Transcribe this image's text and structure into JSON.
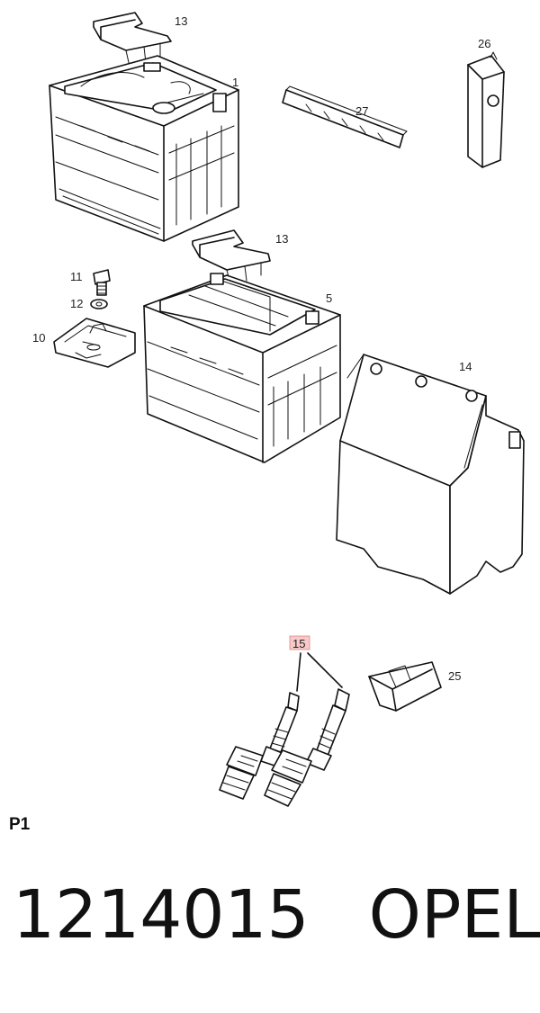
{
  "callouts": [
    {
      "id": "c1",
      "label": "1"
    },
    {
      "id": "c5",
      "label": "5"
    },
    {
      "id": "c10",
      "label": "10"
    },
    {
      "id": "c11",
      "label": "11"
    },
    {
      "id": "c12",
      "label": "12"
    },
    {
      "id": "c13a",
      "label": "13"
    },
    {
      "id": "c13b",
      "label": "13"
    },
    {
      "id": "c14",
      "label": "14"
    },
    {
      "id": "c15",
      "label": "15",
      "highlighted": true
    },
    {
      "id": "c25",
      "label": "25"
    },
    {
      "id": "c26",
      "label": "26"
    },
    {
      "id": "c27",
      "label": "27"
    }
  ],
  "highlight_color": "#f7c9c9",
  "page_label": "P1",
  "part_number": "1214015",
  "brand": "OPEL"
}
